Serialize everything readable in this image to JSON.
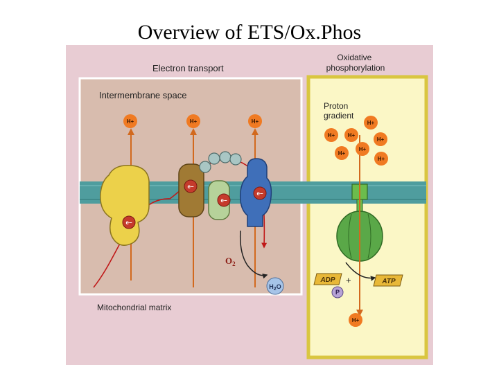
{
  "slide": {
    "title": "Overview of ETS/Ox.Phos"
  },
  "diagram": {
    "labels": {
      "electron_transport": "Electron transport",
      "oxidative_phosphorylation": "Oxidative\nphosphorylation",
      "intermembrane_space": "Intermembrane space",
      "mitochondrial_matrix": "Mitochondrial matrix",
      "proton_gradient": "Proton\ngradient",
      "proton": "H+",
      "electron": "e−",
      "oxygen": "O2",
      "water": "H2O",
      "adp": "ADP",
      "atp": "ATP",
      "phosphate": "P",
      "plus": "+"
    },
    "colors": {
      "background": "#e8ccd3",
      "etc_panel": "#d8bcae",
      "ox_panel": "#fbf7c6",
      "membrane": "#4f9d9e",
      "complex1": "#ecd14a",
      "complex3": "#a07a34",
      "complex4": "#3f6fb9",
      "coq": "#b6d29a",
      "cytc": "#a9c6c4",
      "atp_synthase": "#5aa848",
      "proton_circle": "#f07a22",
      "electron_circle": "#c53b2c",
      "arrow_orange": "#d2691e",
      "electron_path": "#c01818"
    }
  }
}
